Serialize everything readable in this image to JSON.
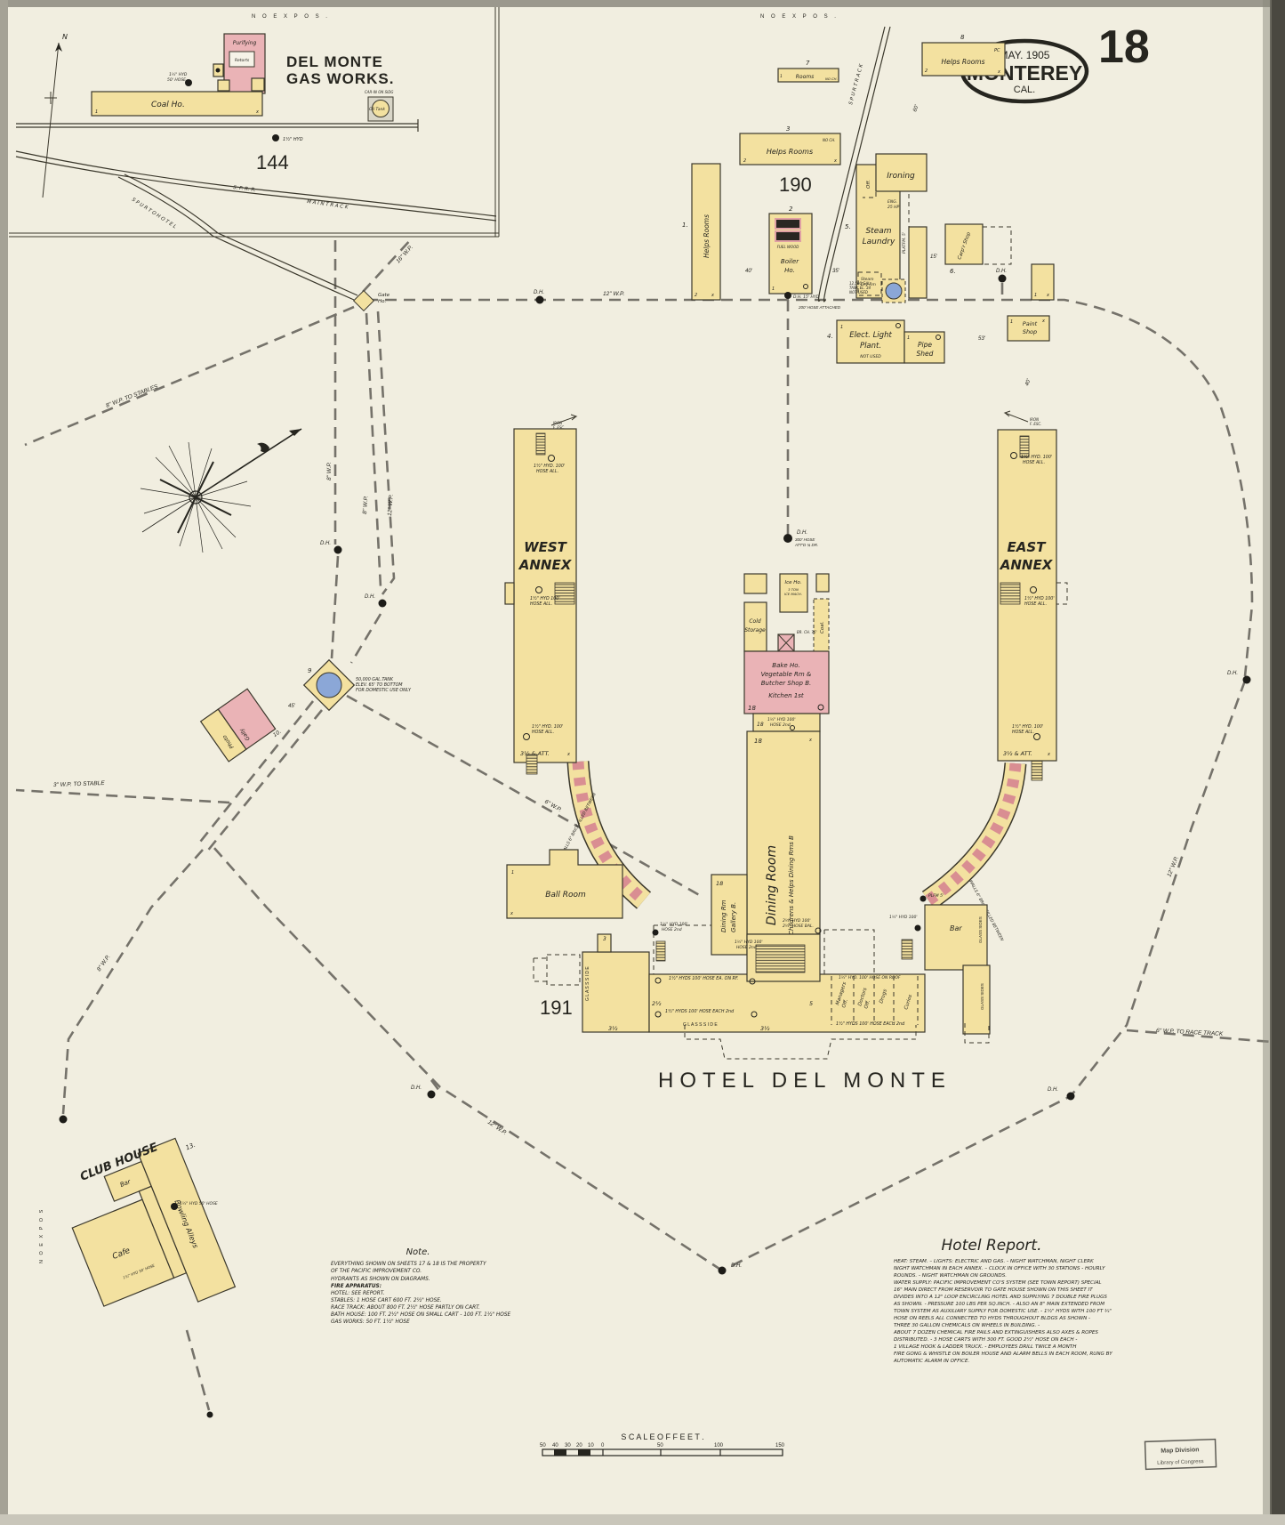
{
  "sheet": {
    "number": "18"
  },
  "oval": {
    "date": "MAY. 1905",
    "city": "MONTEREY",
    "state": "CAL."
  },
  "blocks": {
    "inset": "144",
    "upper": "190",
    "hotel": "191"
  },
  "inset": {
    "no_expos": "N O     E X P O S .",
    "title1": "DEL MONTE",
    "title2": "GAS WORKS.",
    "purifying": "Purifying",
    "retorts": "Retorts",
    "coal_house": "Coal  Ho.",
    "oil_tank": "Oil Tank",
    "oil_note": "CAR-IN ON SIDG",
    "hyd1": "1½\" HYD",
    "hose1": "50' HOSE",
    "hyd2": "1½\" HYD",
    "spur": "S P U R   T O   H O T E L",
    "sprr": "S. P.   R. R.",
    "main_track": "M A I N    T R A C K",
    "north": "N"
  },
  "top": {
    "no_expos": "N O     E X P O S ."
  },
  "bld": {
    "rooms7": {
      "label": "Rooms",
      "num": "7",
      "note": "NO CH.",
      "one": "1"
    },
    "helps3": {
      "label": "Helps   Rooms",
      "num": "3",
      "note": "NO CH.",
      "two": "2"
    },
    "helps1": {
      "label": "Helps   Rooms",
      "num": "1.",
      "two": "2"
    },
    "helps8": {
      "label": "Helps  Rooms",
      "num": "8",
      "note": "PC",
      "two": "2"
    },
    "boiler": {
      "l1": "Boiler",
      "l2": "Ho.",
      "num": "2",
      "fuel": "FUEL  WOOD",
      "hyd": "D.H. 15' HYD",
      "one": "1"
    },
    "laundry": {
      "l1": "Steam",
      "l2": "Laundry",
      "num": "5.",
      "ironing": "Ironing",
      "off": "Off.",
      "eng1": "ENG.",
      "eng2": "25 HP",
      "dry1": "Steam",
      "dry2": "Dry Rm",
      "plat": "PLATFM.  5'"
    },
    "tank125": {
      "t1": "12,500 GAL",
      "t2": "TANK  EL. 34",
      "t3": "NOT USED"
    },
    "carp": {
      "label": "Carp'r  Shop",
      "num": "6."
    },
    "elect": {
      "l1": "Elect.  Light",
      "l2": "Plant.",
      "l3": "NOT   USED",
      "num": "4.",
      "one": "1"
    },
    "pipeshed": {
      "l1": "Pipe",
      "l2": "Shed",
      "one": "1"
    },
    "paint": {
      "l1": "Paint",
      "l2": "Shop",
      "one": "1"
    },
    "gate": {
      "l1": "Gate",
      "l2": "Ho."
    },
    "tank50": {
      "num": "9",
      "t1": "50,000 GAL.TANK",
      "t2": "ELEV. 65' TO BOTTOM",
      "t3": "FOR DOMESTIC USE ONLY"
    },
    "photo": {
      "l1": "Photo",
      "l2": "Gally",
      "num": "10."
    },
    "west": {
      "l1": "WEST",
      "l2": "ANNEX"
    },
    "east": {
      "l1": "EAST",
      "l2": "ANNEX"
    },
    "ice": {
      "label": "Ice Ho.",
      "s1": "3 TON",
      "s2": "ICE MACH."
    },
    "cold": {
      "l1": "Cold",
      "l2": "Storage"
    },
    "coal": {
      "label": "Coal."
    },
    "kitchen": {
      "l1": "Bake  Ho.",
      "l2": "Vegetable  Rm &",
      "l3": "Butcher Shop B.",
      "l4": "Kitchen   1st"
    },
    "dining": {
      "l1": "Dining   Room",
      "l2": "Childrens  &  Helps  Dining  Rms  B"
    },
    "gallery": {
      "l1": "Dining  Rm",
      "l2": "Gallery  B."
    },
    "ball": {
      "label": "Ball    Room",
      "one": "1"
    },
    "bar": {
      "label": "Bar"
    },
    "club": {
      "title": "CLUB  HOUSE",
      "bar": "Bar",
      "cafe": "Cafe",
      "bowling": "Bowling   Alleys",
      "num": "13.",
      "hyd": "1½\" HYD 50' HOSE"
    }
  },
  "hotel": {
    "name": "HOTEL   DEL   MONTE",
    "m1": "Managers",
    "m2": "Off.",
    "d1": "Doctors",
    "d2": "Off.",
    "drugs": "Drugs",
    "curios": "Curios",
    "glass_side": "G L A S S    S I D E",
    "glass_sides": "GLASS SIDES",
    "room3": "3"
  },
  "walls_note": "WALLS  6\"  BRICK  FILLED  BETWEEN",
  "pipes": {
    "p12": "12\" W.P.",
    "p16": "16\" W.P.",
    "p8": "8\" W.P.",
    "p8st": "8\" W.P.   TO   STABLES",
    "p3st": "3\" W.P.  TO  STABLE",
    "p6": "6\" W.P.",
    "p6rt": "6\" W.P.   TO   RACE  TRACK",
    "dh": "D.H.",
    "spur_track": "S P U R    T R A C K"
  },
  "ann": {
    "hyd100": "1½\" HYD. 100'",
    "hose_all": "HOSE  ALL.",
    "hyd100b": "1½\" HYD 100'",
    "hose_2nd": "HOSE  2nd",
    "roof_long": "1½\" HYDS  100' HOSE  EA.  ON  RF.",
    "each_2nd": "1½\" HYDS  100' HOSE  EACH  2nd",
    "on_roof": "1½\" HYD. 100' HOSE  ON  ROOF",
    "iron": "IRON",
    "fesc": "F. ESC.",
    "dh_hose1": "300' HOSE",
    "dh_hose2": "ATT'D ¾ DR.",
    "att_hose": "200' HOSE ATTACHED",
    "brch": "BR. CH. 75'",
    "att": "3½ & ATT.",
    "plfm": "PLFM  5'",
    "hyd2h1": "2½\" HYD 100'",
    "hyd2h2": "2½\" HOSE BAL.",
    "no_expos_v": "N O   E X P O S"
  },
  "dist": {
    "d40": "40'",
    "d35": "35'",
    "d45": "45'",
    "d53": "53'",
    "d60": "60'",
    "d15": "15'",
    "d40b": "40'"
  },
  "marks": {
    "n18": "18",
    "x": "x",
    "n1": "1",
    "n2": "2",
    "n3": "3",
    "n5": "5",
    "n2h": "2½",
    "n3h": "3½"
  },
  "note": {
    "title": "Note.",
    "lines": [
      "EVERYTHING  SHOWN  ON  SHEETS   17 & 18  IS  THE  PROPERTY",
      "OF  THE  PACIFIC  IMPROVEMENT  CO.",
      "HYDRANTS  AS  SHOWN   ON  DIAGRAMS.",
      "FIRE  APPARATUS:",
      "HOTEL:   SEE   REPORT.",
      "STABLES:  1 HOSE  CART  600 FT.  2½\" HOSE.",
      "RACE TRACK:  ABOUT 800 FT.  2½\" HOSE  PARTLY   ON  CART.",
      "BATH HOUSE:  100 FT.  2½\" HOSE  ON SMALL  CART -   100 FT.  1½\" HOSE",
      "GAS  WORKS:   50 FT.   1½\" HOSE"
    ]
  },
  "report": {
    "title": "Hotel  Report.",
    "lines": [
      "HEAT:  STEAM. –   LIGHTS:  ELECTRIC  AND  GAS.  -  NIGHT  WATCHMAN,  NIGHT  CLERK",
      "NIGHT  WATCHMAN  IN EACH  ANNEX. –  CLOCK IN  OFFICE   WITH  30  STATIONS -  HOURLY",
      "ROUNDS.  -  NIGHT   WATCHMAN   ON  GROUNDS.",
      "WATER  SUPPLY:   PACIFIC  IMPROVEMENT  CO'S  SYSTEM  (SEE TOWN REPORT)  SPECIAL",
      "16\"  MAIN  DIRECT  FROM  RESERVOIR   TO  GATE  HOUSE  SHOWN ON THIS  SHEET   IT",
      "DIVIDES INTO  A  12\" LOOP  ENCIRCLING  HOTEL   AND  SUPPLYING   7 DOUBLE  FIRE  PLUGS",
      "AS  SHOWN.  - PRESSURE  100 LBS  PER  SQ.INCH.  - ALSO  AN  8\" MAIN   EXTENDED  FROM",
      "TOWN  SYSTEM   AS  AUXILIARY   SUPPLY  FOR  DOMESTIC  USE.  -   1½\" HYDS  WITH  100 FT  ¾\"",
      "HOSE  ON  REELS  ALL  CONNECTED  TO  HYDS  THROUGHOUT   BLDGS   AS  SHOWN  -",
      "THREE  30  GALLON   CHEMICALS  ON  WHEELS  IN  BUILDING.  -",
      "ABOUT  7 DOZEN  CHEMICAL  FIRE  PAILS  AND  EXTINGUISHERS   ALSO AXES  &  ROPES",
      "DISTRIBUTED.    -  3  HOSE CARTS   WITH  300 FT.  GOOD  2½\" HOSE  ON  EACH  -",
      "1 VILLAGE  HOOK  &  LADDER  TRUCK.    -     EMPLOYEES  DRILL   TWICE   A  MONTH",
      "FIRE GONG  &  WHISTLE  ON  BOILER  HOUSE  AND  ALARM  BELLS  IN EACH  ROOM,  RUNG  BY",
      "AUTOMATIC  ALARM  IN  OFFICE."
    ]
  },
  "scale": {
    "title": "S C A L E   O F   F E E T .",
    "ticks": [
      "50",
      "40",
      "30",
      "20",
      "10",
      "0",
      "50",
      "100",
      "150"
    ]
  },
  "stamp": {
    "l1": "Map Division",
    "l2": "Library of Congress"
  }
}
